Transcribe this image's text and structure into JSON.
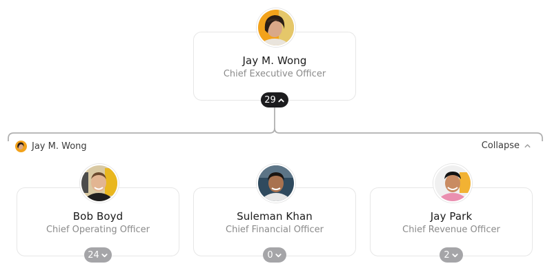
{
  "root": {
    "name": "Jay M. Wong",
    "title": "Chief Executive Officer",
    "reports_count": "29",
    "expanded": true,
    "avatar_icon": "person-photo-avatar"
  },
  "group": {
    "parent_name": "Jay M. Wong",
    "collapse_label": "Collapse"
  },
  "children": [
    {
      "name": "Bob Boyd",
      "title": "Chief Operating Officer",
      "reports_count": "24",
      "avatar_icon": "person-photo-avatar"
    },
    {
      "name": "Suleman Khan",
      "title": "Chief Financial Officer",
      "reports_count": "0",
      "avatar_icon": "person-photo-avatar"
    },
    {
      "name": "Jay Park",
      "title": "Chief Revenue Officer",
      "reports_count": "2",
      "avatar_icon": "person-photo-avatar"
    }
  ],
  "colors": {
    "badge_active": "#1c1c1e",
    "badge_inactive": "#a5a5a8",
    "connector": "#b0b0b0",
    "card_border": "#e6e6e6"
  }
}
